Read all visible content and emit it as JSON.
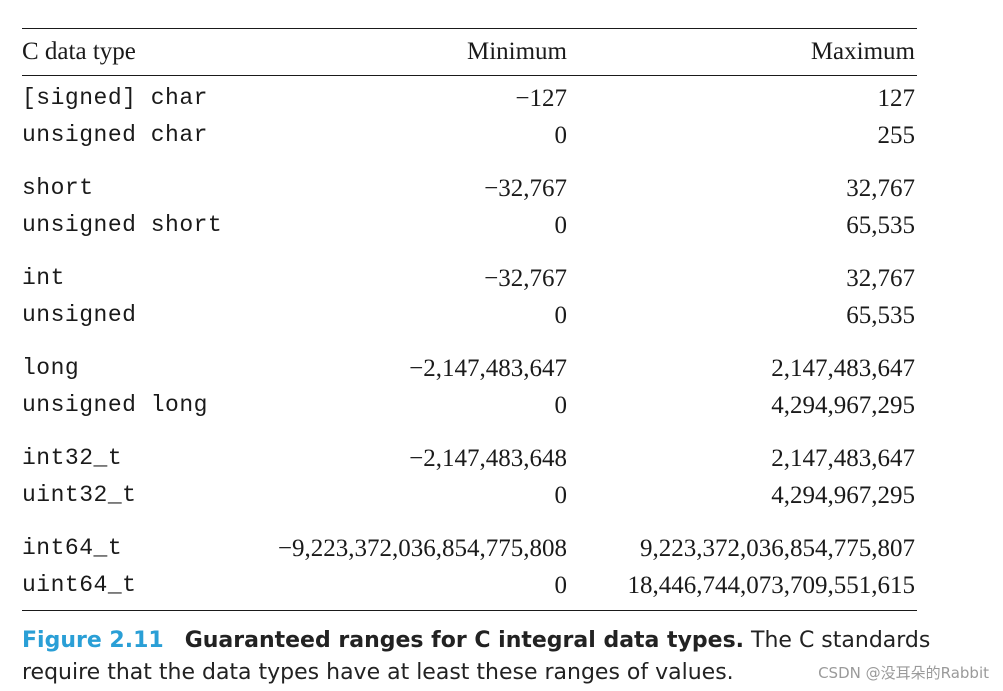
{
  "table": {
    "headers": {
      "type": "C data type",
      "min": "Minimum",
      "max": "Maximum"
    },
    "groups": [
      [
        {
          "type": "[signed] char",
          "min": "−127",
          "max": "127"
        },
        {
          "type": "unsigned char",
          "min": "0",
          "max": "255"
        }
      ],
      [
        {
          "type": "short",
          "min": "−32,767",
          "max": "32,767"
        },
        {
          "type": "unsigned short",
          "min": "0",
          "max": "65,535"
        }
      ],
      [
        {
          "type": "int",
          "min": "−32,767",
          "max": "32,767"
        },
        {
          "type": "unsigned",
          "min": "0",
          "max": "65,535"
        }
      ],
      [
        {
          "type": "long",
          "min": "−2,147,483,647",
          "max": "2,147,483,647"
        },
        {
          "type": "unsigned long",
          "min": "0",
          "max": "4,294,967,295"
        }
      ],
      [
        {
          "type": "int32_t",
          "min": "−2,147,483,648",
          "max": "2,147,483,647"
        },
        {
          "type": "uint32_t",
          "min": "0",
          "max": "4,294,967,295"
        }
      ],
      [
        {
          "type": "int64_t",
          "min": "−9,223,372,036,854,775,808",
          "max": "9,223,372,036,854,775,807"
        },
        {
          "type": "uint64_t",
          "min": "0",
          "max": "18,446,744,073,709,551,615"
        }
      ]
    ]
  },
  "caption": {
    "label": "Figure 2.11",
    "title": "Guaranteed ranges for C integral data types.",
    "text": " The C standards require that the data types have at least these ranges of values."
  },
  "watermark": "CSDN @没耳朵的Rabbit"
}
